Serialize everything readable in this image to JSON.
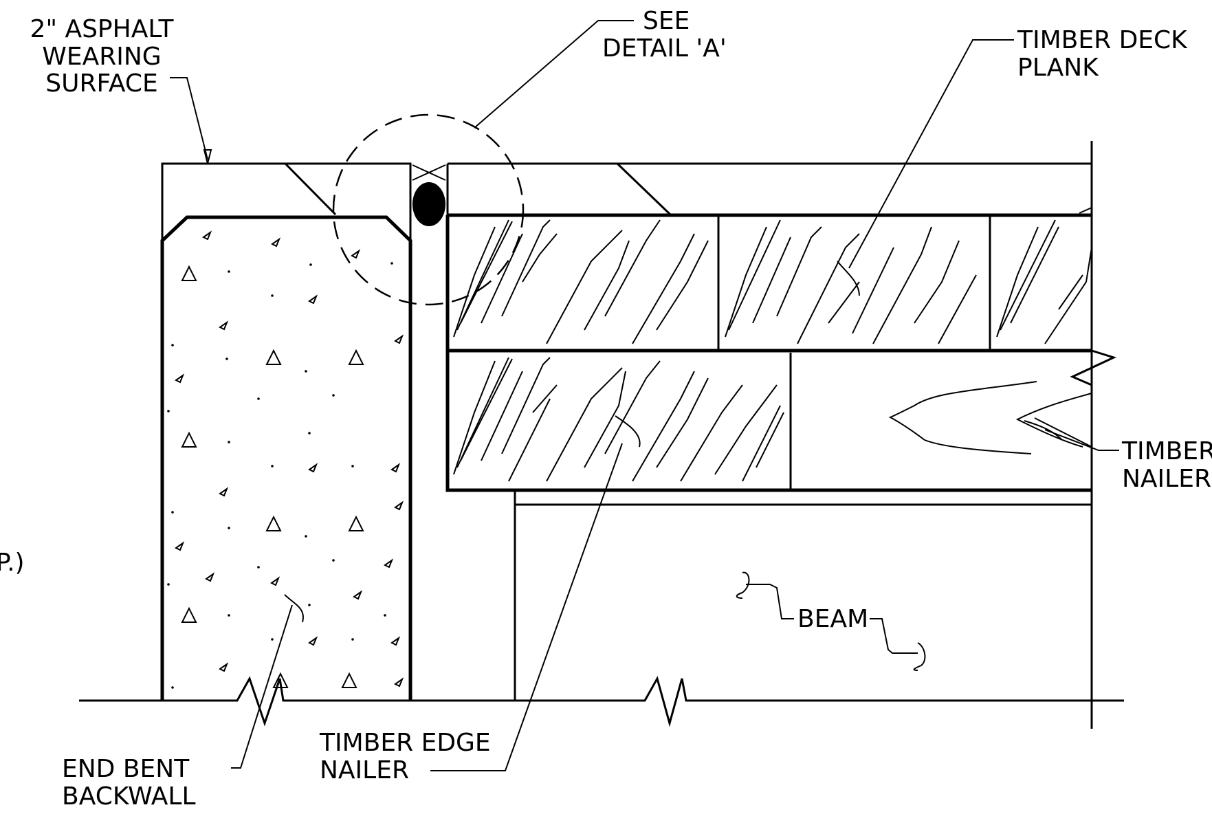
{
  "colors": {
    "line": "#000000",
    "background": "#ffffff"
  },
  "callouts": {
    "asphalt": [
      "2\" ASPHALT",
      "WEARING",
      "SURFACE"
    ],
    "see_detail": [
      "SEE",
      "DETAIL 'A'"
    ],
    "deck_plank": [
      "TIMBER DECK",
      "PLANK"
    ],
    "timber_nailer": [
      "TIMBER",
      "NAILER"
    ],
    "beam": "BEAM",
    "edge_nailer": [
      "TIMBER EDGE",
      "NAILER"
    ],
    "backwall": [
      "END BENT",
      "BACKWALL"
    ],
    "partial_left": "P.)"
  }
}
